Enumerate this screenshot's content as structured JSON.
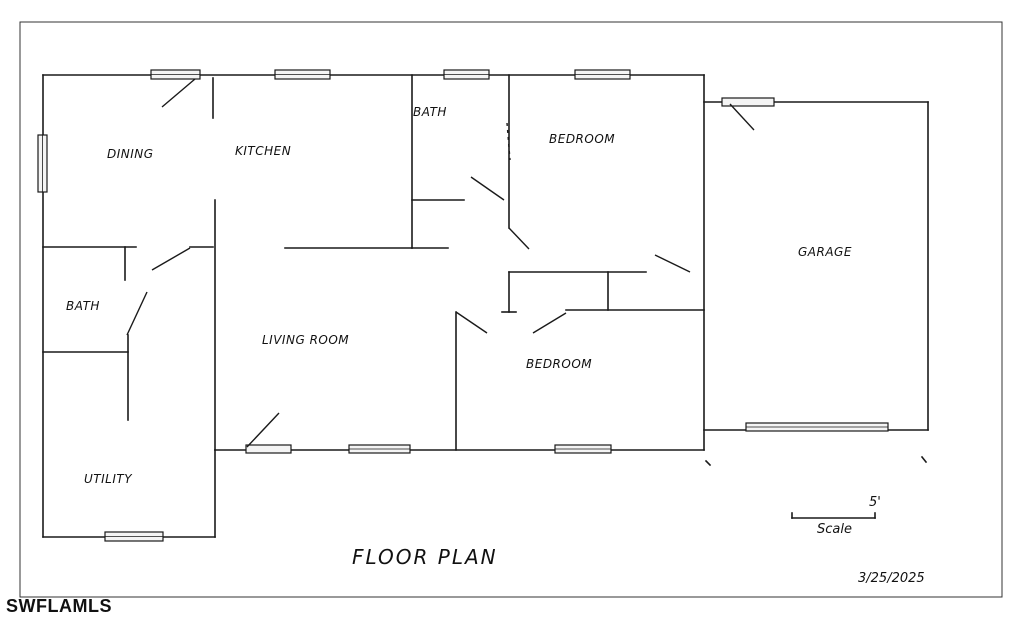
{
  "plan": {
    "title": "FLOOR PLAN",
    "date": "3/25/2025",
    "scale_value": "5'",
    "scale_label": "Scale"
  },
  "rooms": {
    "dining": "DINING",
    "kitchen": "KITCHEN",
    "bath_top": "BATH",
    "bedroom_top": "BEDROOM",
    "garage": "GARAGE",
    "bath_left": "BATH",
    "living": "LIVING ROOM",
    "bedroom_bottom": "BEDROOM",
    "utility": "UTILITY"
  },
  "watermark": "SWFLAMLS"
}
